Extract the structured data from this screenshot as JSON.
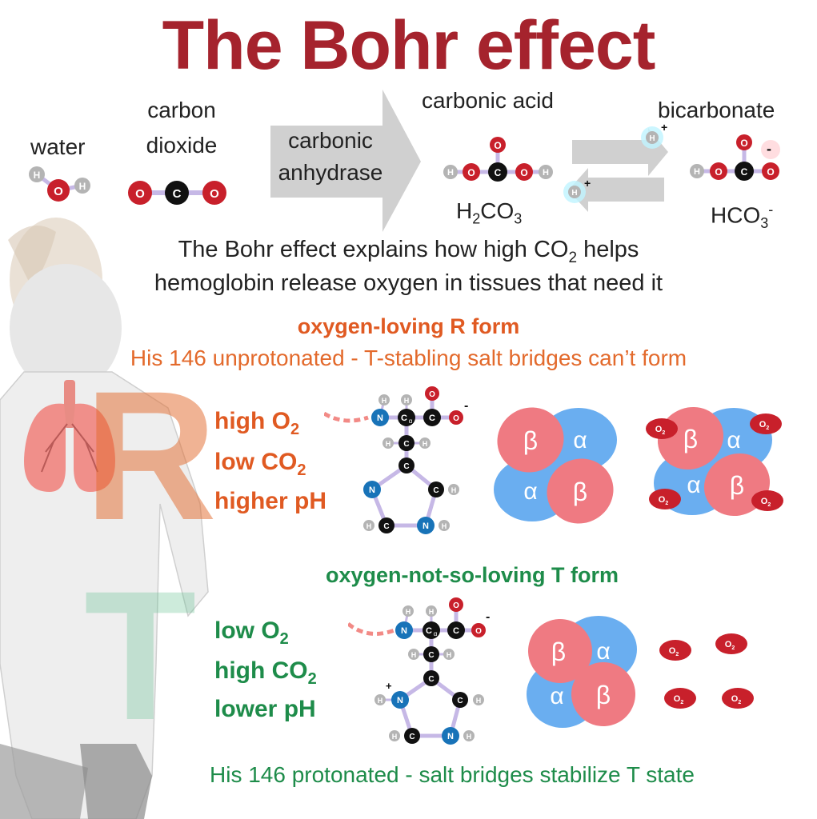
{
  "title": "The Bohr effect",
  "reaction": {
    "water": "water",
    "carbon_dioxide": [
      "carbon",
      "dioxide"
    ],
    "enzyme": [
      "carbonic",
      "anhydrase"
    ],
    "carbonic_acid": "carbonic acid",
    "carbonic_acid_formula": {
      "a": "H",
      "sub1": "2",
      "b": "CO",
      "sub2": "3"
    },
    "bicarbonate": "bicarbonate",
    "bicarbonate_formula": {
      "a": "HCO",
      "sub": "3",
      "sup": "-"
    }
  },
  "explanation": {
    "line1_pre": "The Bohr effect explains how high CO",
    "line1_sub": "2",
    "line1_post": " helps",
    "line2": "hemoglobin release oxygen in tissues that need it"
  },
  "r_form": {
    "heading": "oxygen-loving R form",
    "subheading": "His 146 unprotonated - T-stabling salt bridges can’t form",
    "letter": "R",
    "conditions": [
      {
        "text": "high O",
        "sub": "2"
      },
      {
        "text": "low CO",
        "sub": "2"
      },
      {
        "text": "higher pH",
        "sub": ""
      }
    ]
  },
  "t_form": {
    "heading": "oxygen-not-so-loving T form",
    "footer": "His 146 protonated - salt bridges stabilize T state",
    "letter": "T",
    "conditions": [
      {
        "text": "low O",
        "sub": "2"
      },
      {
        "text": "high CO",
        "sub": "2"
      },
      {
        "text": "lower pH",
        "sub": ""
      }
    ]
  },
  "atoms": {
    "H": "H",
    "O": "O",
    "C": "C",
    "N": "N",
    "Ca_base": "C",
    "Ca_sub": "α",
    "plus": "+",
    "minus": "-",
    "O2": "O",
    "O2_sub": "2"
  },
  "subunits": {
    "alpha": "α",
    "beta": "β"
  },
  "colors": {
    "title": "#a5232d",
    "r_form": "#e36a2c",
    "t_form": "#1e8c4a",
    "beta": "#ef7a82",
    "alpha": "#6aaef0",
    "oxygen": "#c8202b",
    "carbon": "#111111",
    "nitrogen": "#1873b8",
    "hydrogen": "#b4b4b4",
    "arrow": "#d0d0d0"
  },
  "icons": [
    "person-silhouette",
    "lungs-icon",
    "reaction-arrow",
    "equilibrium-arrows"
  ]
}
